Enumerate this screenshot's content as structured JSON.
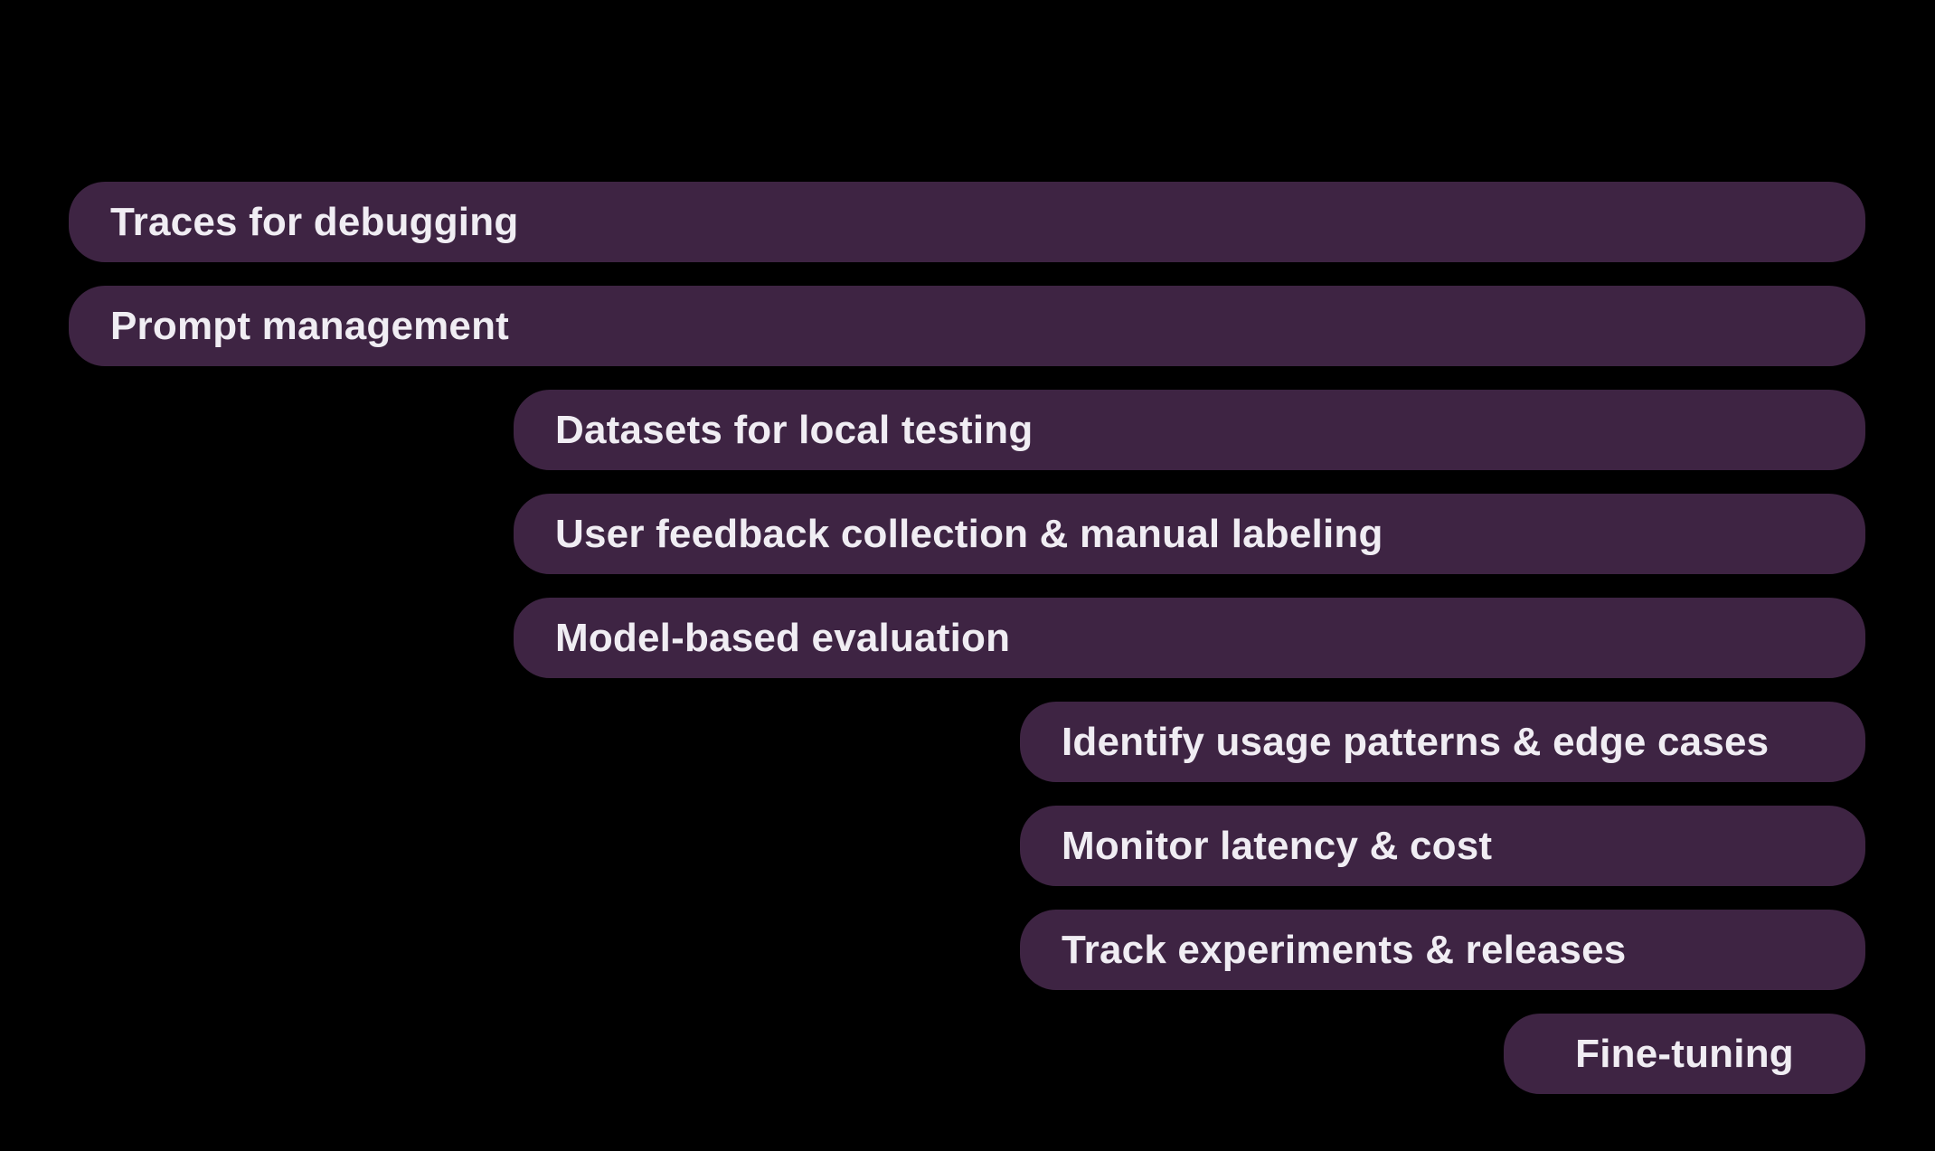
{
  "colors": {
    "background": "#000000",
    "bar_fill": "#3E2443",
    "bar_text": "#F0EDF3"
  },
  "diagram": {
    "type": "staged-capability-bars",
    "levels": 4,
    "bars": [
      {
        "label": "Traces for debugging",
        "level": 1,
        "row": 1
      },
      {
        "label": "Prompt management",
        "level": 1,
        "row": 2
      },
      {
        "label": "Datasets for local testing",
        "level": 2,
        "row": 3
      },
      {
        "label": "User feedback collection & manual labeling",
        "level": 2,
        "row": 4
      },
      {
        "label": "Model-based evaluation",
        "level": 2,
        "row": 5
      },
      {
        "label": "Identify usage patterns & edge cases",
        "level": 3,
        "row": 6
      },
      {
        "label": "Monitor latency & cost",
        "level": 3,
        "row": 7
      },
      {
        "label": "Track experiments & releases",
        "level": 3,
        "row": 8
      },
      {
        "label": "Fine-tuning",
        "level": 4,
        "row": 9,
        "text_align": "center"
      }
    ]
  }
}
